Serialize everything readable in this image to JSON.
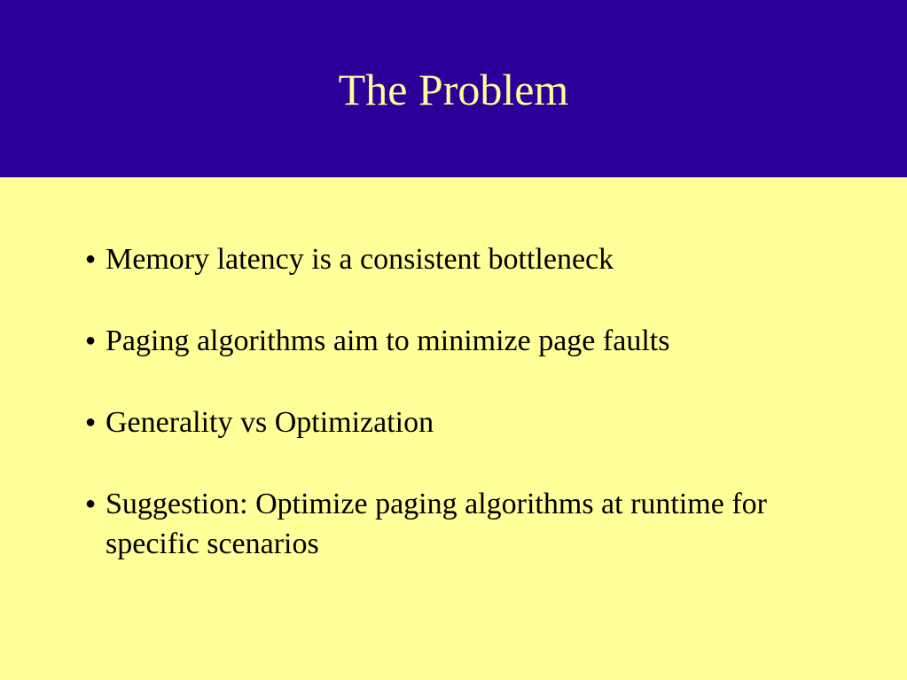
{
  "slide": {
    "title": "The Problem",
    "bullets": [
      "Memory latency is a consistent bottleneck",
      "Paging algorithms aim to minimize page faults",
      "Generality vs Optimization",
      "Suggestion:  Optimize paging algorithms at runtime for specific scenarios"
    ],
    "bullet_glyph": "●"
  },
  "colors": {
    "title_background": "#2a0099",
    "title_text": "#ffff99",
    "content_background": "#ffff99",
    "body_text": "#000000"
  }
}
